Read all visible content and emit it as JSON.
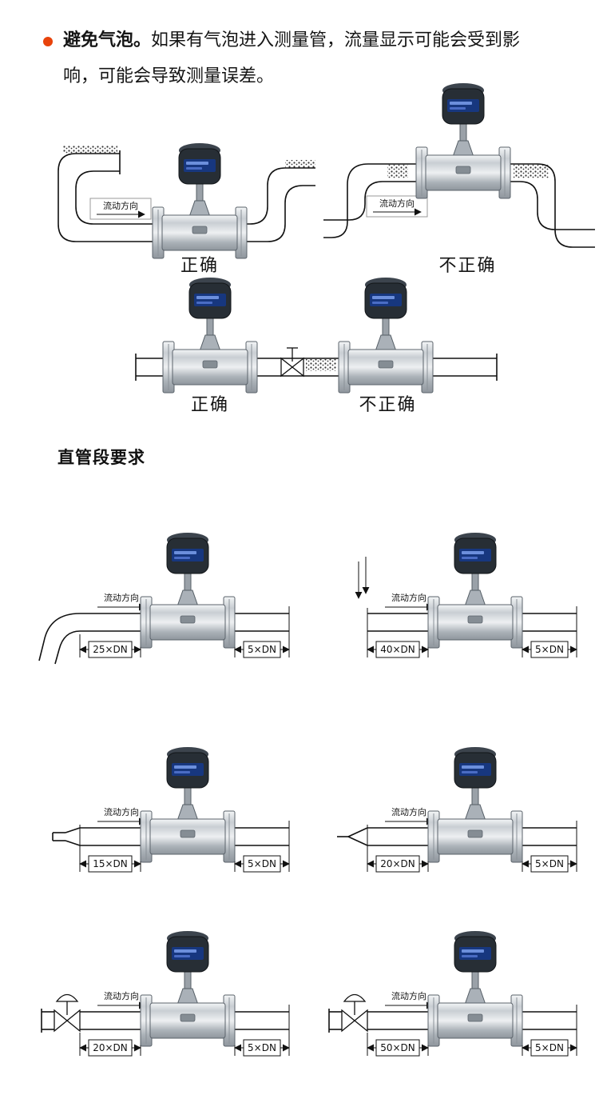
{
  "note": {
    "title": "避免气泡。",
    "body": "如果有气泡进入测量管，流量显示可能会受到影响，可能会导致测量误差。"
  },
  "labels": {
    "flow_direction": "流动方向",
    "correct": "正确",
    "incorrect": "不正确"
  },
  "section": {
    "title": "直管段要求"
  },
  "runs": [
    {
      "disturbance": "elbow-bend",
      "upstream": "25×DN",
      "downstream": "5×DN"
    },
    {
      "disturbance": "vertical-inlet",
      "upstream": "40×DN",
      "downstream": "5×DN"
    },
    {
      "disturbance": "reducer",
      "upstream": "15×DN",
      "downstream": "5×DN"
    },
    {
      "disturbance": "taper-expander",
      "upstream": "20×DN",
      "downstream": "5×DN"
    },
    {
      "disturbance": "valve",
      "upstream": "20×DN",
      "downstream": "5×DN"
    },
    {
      "disturbance": "valve",
      "upstream": "50×DN",
      "downstream": "5×DN"
    }
  ],
  "colors": {
    "bullet_dot": "#e8430b",
    "line": "#111111",
    "display_blue": "#17377f"
  },
  "icons": {
    "bullet": "filled-circle",
    "flowmeter": "turbine-flowmeter-with-transmitter-head",
    "valve": "gate-valve",
    "bubbles": "dot-stipple"
  }
}
